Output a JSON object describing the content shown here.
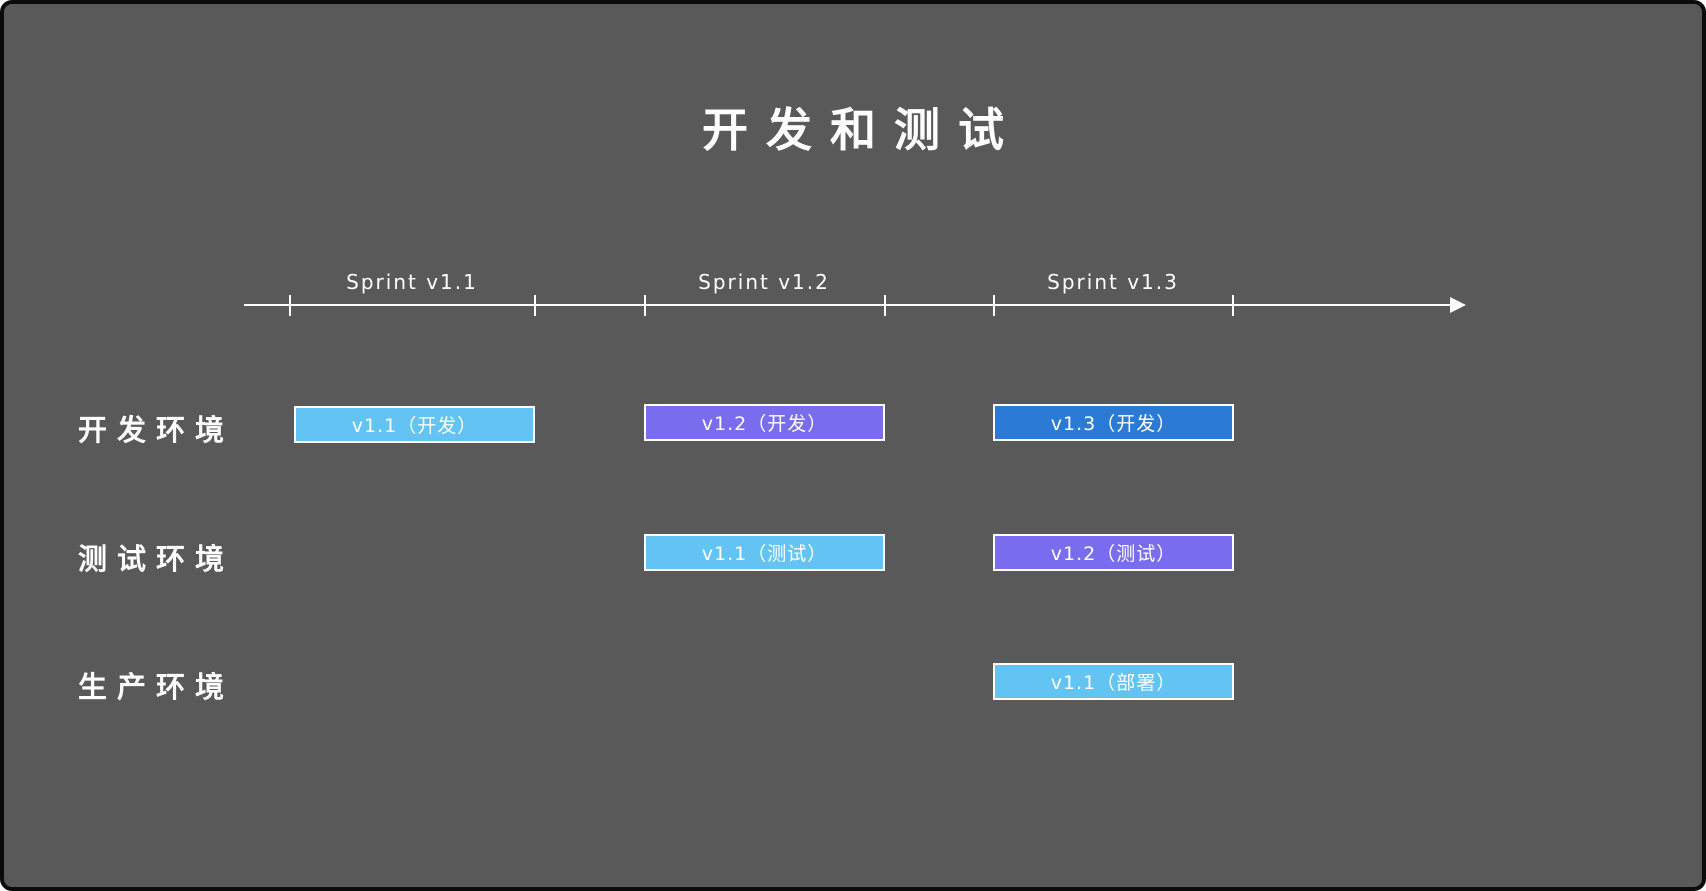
{
  "title": "开发和测试",
  "colors": {
    "background": "#595959",
    "frame": "#0b0b0b",
    "text": "#ffffff",
    "bar_light_blue": "#63c3f2",
    "bar_purple": "#7a6cee",
    "bar_blue": "#2b7bd6"
  },
  "timeline": {
    "sprints": [
      {
        "label": "Sprint v1.1"
      },
      {
        "label": "Sprint v1.2"
      },
      {
        "label": "Sprint v1.3"
      }
    ]
  },
  "rows": [
    {
      "label": "开发环境",
      "bars": [
        {
          "label": "v1.1（开发）",
          "color": "#63c3f2",
          "column": 1
        },
        {
          "label": "v1.2（开发）",
          "color": "#7a6cee",
          "column": 2
        },
        {
          "label": "v1.3（开发）",
          "color": "#2b7bd6",
          "column": 3
        }
      ]
    },
    {
      "label": "测试环境",
      "bars": [
        {
          "label": "v1.1（测试）",
          "color": "#63c3f2",
          "column": 2
        },
        {
          "label": "v1.2（测试）",
          "color": "#7a6cee",
          "column": 3
        }
      ]
    },
    {
      "label": "生产环境",
      "bars": [
        {
          "label": "v1.1（部署）",
          "color": "#63c3f2",
          "column": 3
        }
      ]
    }
  ]
}
